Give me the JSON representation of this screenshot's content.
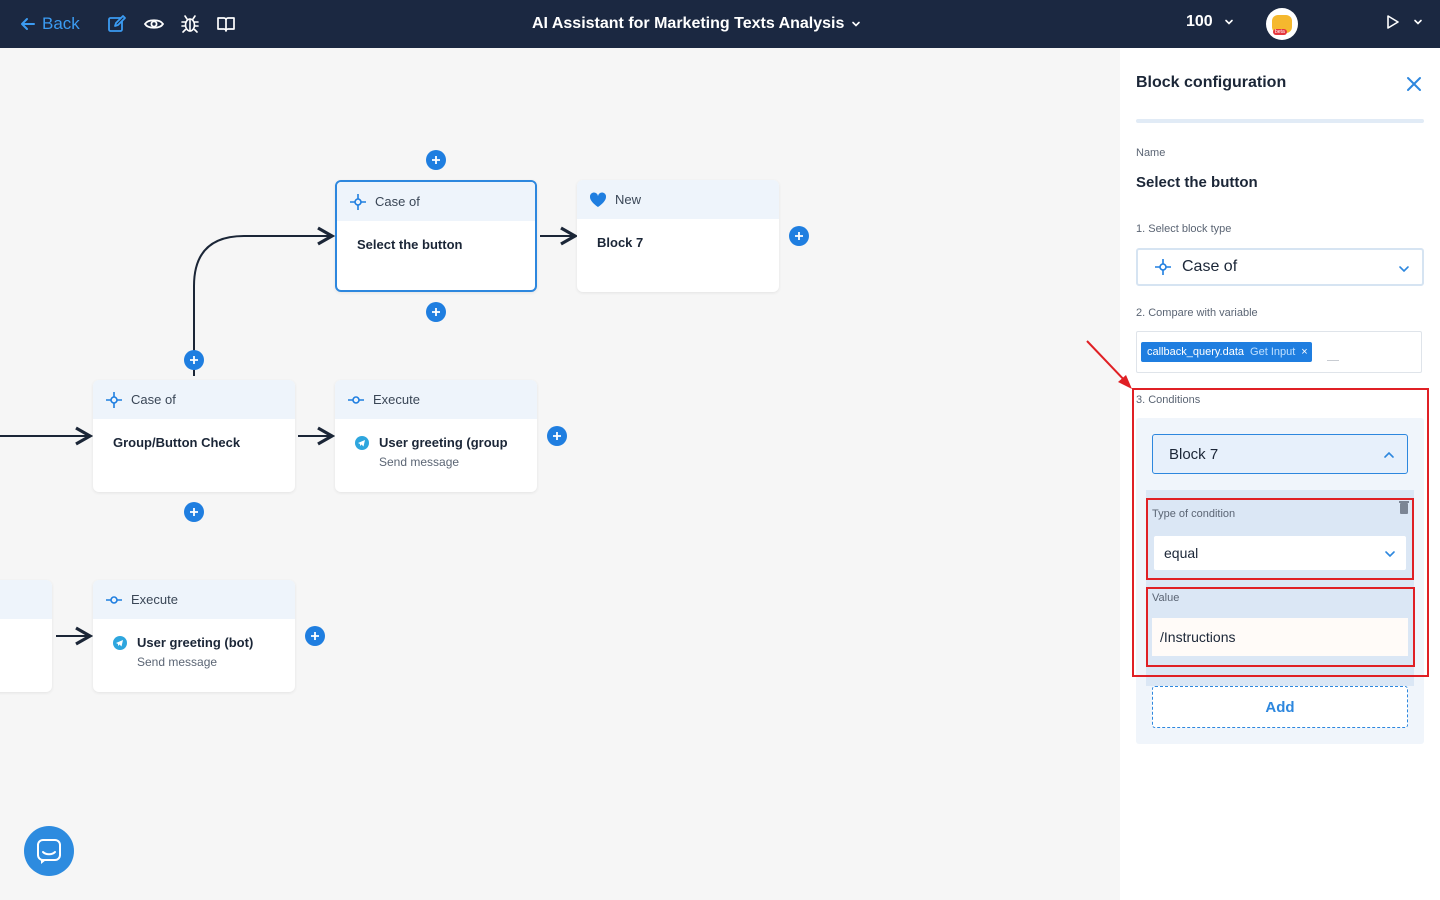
{
  "header": {
    "back_label": "Back",
    "title": "AI Assistant for Marketing Texts Analysis",
    "zoom": "100",
    "avatar_badge": "beta"
  },
  "canvas": {
    "nodes": [
      {
        "type_label": "Case of",
        "title": "Select the button",
        "icon": "case-of-icon"
      },
      {
        "type_label": "New",
        "title": "Block 7",
        "icon": "heart-icon"
      },
      {
        "type_label": "Case of",
        "title": "Group/Button Check",
        "icon": "case-of-icon"
      },
      {
        "type_label": "Execute",
        "title": "User greeting (group",
        "subtitle": "Send message",
        "icon": "telegram-icon"
      },
      {
        "type_label": "Execute",
        "title": "User greeting (bot)",
        "subtitle": "Send message",
        "icon": "telegram-icon"
      }
    ]
  },
  "panel": {
    "title": "Block configuration",
    "name_label": "Name",
    "name_value": "Select the button",
    "block_type_label": "1. Select block type",
    "block_type_value": "Case of",
    "compare_label": "2. Compare with variable",
    "variable_tag": "callback_query.data",
    "variable_tag_sub": "Get Input",
    "variable_tag_remove": "×",
    "conditions_label": "3. Conditions",
    "condition_block": "Block 7",
    "type_of_condition_label": "Type of condition",
    "type_of_condition_value": "equal",
    "value_label": "Value",
    "value_value": "/Instructions",
    "add_label": "Add"
  },
  "colors": {
    "topbar": "#1b2841",
    "accent": "#1f7ee0",
    "highlight": "#e02025"
  }
}
